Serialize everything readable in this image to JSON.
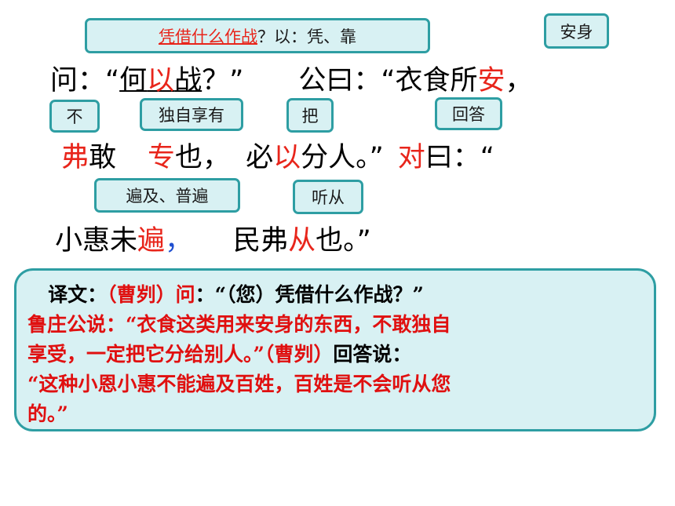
{
  "notes": {
    "n1_part1": "凭借什么作战",
    "n1_part2": "？以：凭、靠",
    "n2": "安身",
    "n3": "不",
    "n4": "独自享有",
    "n5": "把",
    "n6": "回答",
    "n7": "遍及、普遍",
    "n8": "听从"
  },
  "line1": {
    "a": "问：“",
    "b": "何",
    "c": "以",
    "d": "战",
    "e": "？”",
    "f": "公曰：“衣食所",
    "g": "安",
    "h": "，"
  },
  "line2": {
    "a": "弗",
    "b": "敢",
    "c": "专",
    "d": "也，",
    "e": "必",
    "f": "以",
    "g": "分人。”",
    "h": "对",
    "i": "曰：“"
  },
  "line3": {
    "a": "小惠未",
    "b": "遍",
    "c": "，",
    "d": "民弗",
    "e": "从",
    "f": "也。”"
  },
  "translation": {
    "l1_a": "译文：",
    "l1_b": "（曹刿）问",
    "l1_c": "：“（您）凭借什么作战？”",
    "l2_a": "鲁庄公说：“衣食这类用来安身的东西，",
    "l2_b": "不敢独自",
    "l3_a": "享受，一定把它分给别人。”（曹刿）",
    "l3_b": "回答说：",
    "l4": "“这种小恩小惠不能遍及百姓，百姓是不会听从您",
    "l5": "的。”"
  }
}
